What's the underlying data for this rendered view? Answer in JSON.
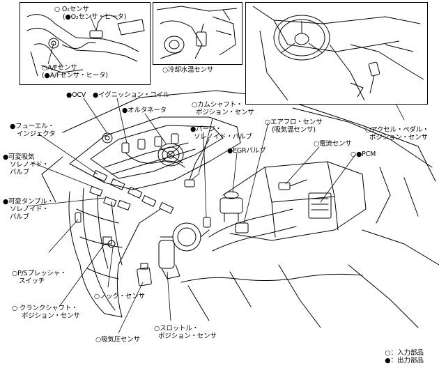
{
  "labels": {
    "o2_sensor": "○ O₂センサ",
    "o2_heater": "(●O₂センサ・ヒータ)",
    "af_sensor": "○A/Fセンサ",
    "af_heater": "(●A/Fセンサ・ヒータ)",
    "coolant": "○冷却水温センサ",
    "accel_1": "○アクセル・ペダル・",
    "accel_2": "ポジション・センサ",
    "ocv": "●OCV",
    "ignition": "●イグニッション・コイル",
    "cam_1": "○カムシャフト・",
    "cam_2": "ポジション・センサ",
    "alternator": "●オルタネータ",
    "purge_1": "●パージ・",
    "purge_2": "ソレノイド・バルブ",
    "airflow_1": "○エアフロ・センサ",
    "airflow_2": "(吸気温センサ)",
    "fuel_1": "●フューエル・",
    "fuel_2": "インジェクタ",
    "current": "○電流センサ",
    "egr": "●EGRバルブ",
    "pcm": "○●PCM",
    "vi_1": "●可変吸気",
    "vi_2": "ソレノイド・",
    "vi_3": "バルブ",
    "vt_1": "●可変タンブル・",
    "vt_2": "ソレノイド・",
    "vt_3": "バルブ",
    "ps_1": "○P/Sプレッシャ・",
    "ps_2": "スイッチ",
    "knock": "○ノック・センサ",
    "crank_1": "○ クランクシャフト・",
    "crank_2": "ポジション・センサ",
    "intake_pressure": "○吸気圧センサ",
    "throttle_1": "○スロットル・",
    "throttle_2": "ポジション・センサ"
  },
  "legend": {
    "input": "○：入力部品",
    "output": "●：出力部品"
  }
}
